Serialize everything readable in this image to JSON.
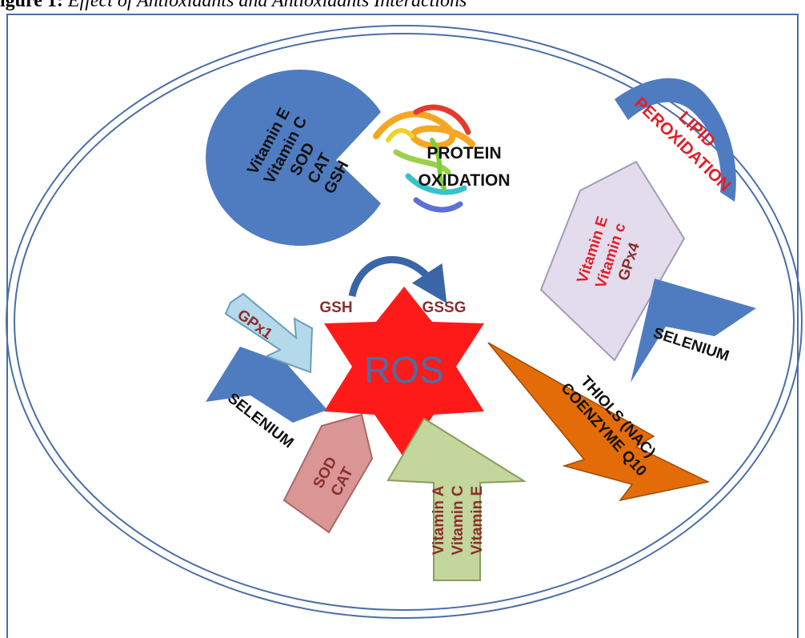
{
  "caption": {
    "prefix": "igure 1:",
    "italic": "Effect of Antioxidants and Antioxidants Interactions"
  },
  "center": {
    "label": "ROS",
    "gsh": "GSH",
    "gssg": "GSSG"
  },
  "gpx1": {
    "label": "GPx1"
  },
  "selenium_left": {
    "label": "SELENIUM"
  },
  "sod_cat": {
    "line1": "SOD",
    "line2": "CAT"
  },
  "vitamins_bottom": {
    "line1": "Vitamin A",
    "line2": "Vitamin C",
    "line3": "Vitamin E"
  },
  "thiols": {
    "line1": "THIOLS (NAC)",
    "line2": "COENZYME Q10"
  },
  "selenium_right": {
    "label": "SELENIUM"
  },
  "gpx4_panel": {
    "line1": "Vitamin E",
    "line2": "Vitamin c",
    "line3": "GPx4"
  },
  "lipid": {
    "line1": "LIPID",
    "line2": "PEROXIDATION"
  },
  "pacman": {
    "line1": "Vitamin E",
    "line2": "Vitamin C",
    "line3": "SOD",
    "line4": "CAT",
    "line5": "GSH"
  },
  "protein": {
    "line1": "PROTEIN",
    "line2": "OXIDATION"
  },
  "colors": {
    "ros_star": "#ff1a1a",
    "ros_text": "#4a6fa5",
    "blue_shape": "#4f7cc0",
    "gpx1_arrow": "#b3d9ea",
    "sod_pentagon": "#d99694",
    "vitamin_arrow": "#c3d69b",
    "thiols_bolt": "#e36c09",
    "gpx4_pentagon": "#e2dcec",
    "dark_red_text": "#8b2e2e",
    "red_text": "#e0202a"
  }
}
